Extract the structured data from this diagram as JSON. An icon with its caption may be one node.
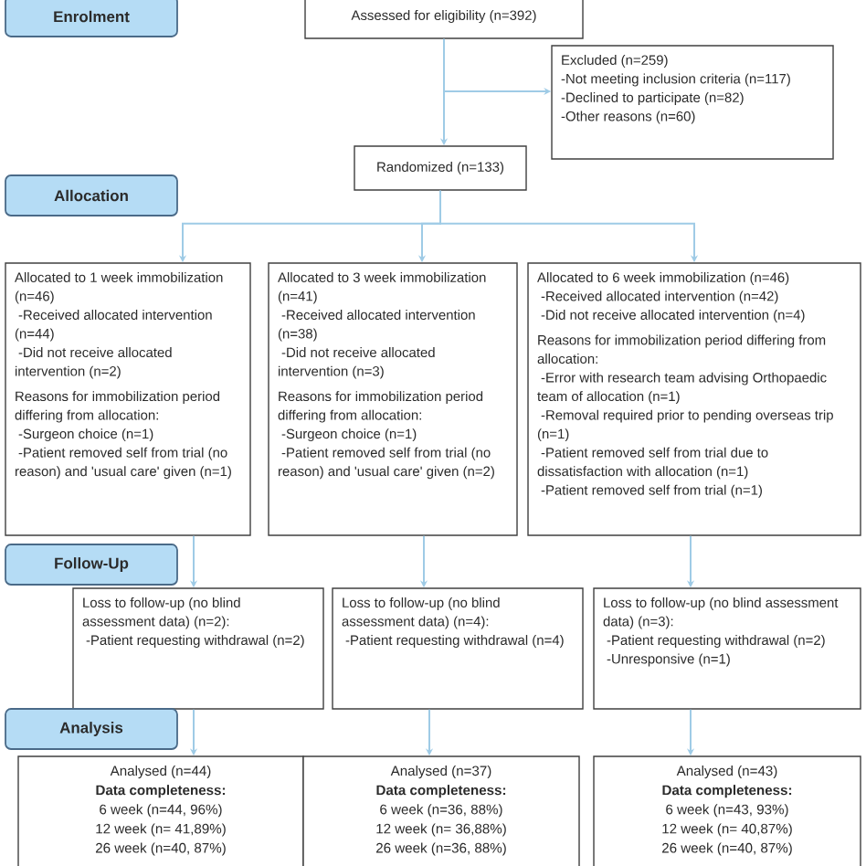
{
  "diagram": {
    "nodes": [
      {
        "text": [
          "Enrolment"
        ]
      },
      {
        "text": [
          "Assessed for eligibility (n=392)"
        ]
      },
      {
        "text": [
          "Excluded (n=259)",
          "-Not meeting inclusion criteria (n=117)",
          "-Declined to participate (n=82)",
          "-Other reasons (n=60)"
        ]
      },
      {
        "text": [
          "Randomized (n=133)"
        ]
      },
      {
        "text": [
          "Allocation"
        ]
      },
      {
        "text": [
          "Allocated to 1 week immobilization (n=46)",
          "-Received allocated intervention (n=44)",
          "-Did not receive allocated intervention (n=2)",
          "Reasons for immobilization period differing from allocation:",
          "-Surgeon choice (n=1)",
          "-Patient removed self from trial (no reason) and 'usual care' given (n=1)"
        ]
      },
      {
        "text": [
          "Allocated to 3 week immobilization (n=41)",
          "-Received allocated intervention (n=38)",
          "-Did not receive allocated intervention (n=3)",
          "Reasons for immobilization period differing from allocation:",
          "-Surgeon choice (n=1)",
          "-Patient removed self from trial (no reason) and 'usual care' given (n=2)"
        ]
      },
      {
        "text": [
          "Allocated to 6 week immobilization (n=46)",
          "-Received allocated intervention (n=42)",
          "-Did not receive allocated intervention (n=4)",
          "Reasons for immobilization period differing from allocation:",
          "-Error with research team advising Orthopaedic team of allocation (n=1)",
          "-Removal required prior to pending overseas trip (n=1)",
          "-Patient removed self from trial due to dissatisfaction with allocation (n=1)",
          "-Patient removed self from trial (n=1)"
        ]
      },
      {
        "text": [
          "Follow-Up"
        ]
      },
      {
        "text": [
          "Loss to follow-up (no blind assessment data) (n=2):",
          "-Patient requesting withdrawal (n=2)"
        ]
      },
      {
        "text": [
          "Loss to follow-up (no blind assessment data) (n=4):",
          "-Patient requesting withdrawal (n=4)"
        ]
      },
      {
        "text": [
          "Loss to follow-up (no blind assessment data) (n=3):",
          "-Patient requesting withdrawal (n=2)",
          "-Unresponsive (n=1)"
        ]
      },
      {
        "text": [
          "Analysis"
        ]
      },
      {
        "text": [
          "Analysed (n=44)",
          "Data completeness:",
          "6 week (n=44, 96%)",
          "12 week (n= 41,89%)",
          "26 week (n=40, 87%)"
        ]
      },
      {
        "text": [
          "Analysed (n=37)",
          "Data completeness:",
          "6 week (n=36, 88%)",
          "12 week (n= 36,88%)",
          "26 week (n=36, 88%)"
        ]
      },
      {
        "text": [
          "Analysed (n=43)",
          "Data completeness:",
          "6 week (n=43, 93%)",
          "12 week (n= 40,87%)",
          "26 week (n=40, 87%)"
        ]
      }
    ],
    "edges": [
      {
        "from": 1,
        "to": 3,
        "arrow": "to"
      },
      {
        "from": 1,
        "to": 2,
        "arrow": "to"
      },
      {
        "from": 3,
        "to": 5,
        "arrow": "to"
      },
      {
        "from": 3,
        "to": 6,
        "arrow": "to"
      },
      {
        "from": 3,
        "to": 7,
        "arrow": "to"
      },
      {
        "from": 5,
        "to": 9,
        "arrow": "to"
      },
      {
        "from": 6,
        "to": 10,
        "arrow": "to"
      },
      {
        "from": 7,
        "to": 11,
        "arrow": "to"
      },
      {
        "from": 9,
        "to": 13,
        "arrow": "to"
      },
      {
        "from": 10,
        "to": 14,
        "arrow": "to"
      },
      {
        "from": 11,
        "to": 15,
        "arrow": "to"
      }
    ]
  }
}
